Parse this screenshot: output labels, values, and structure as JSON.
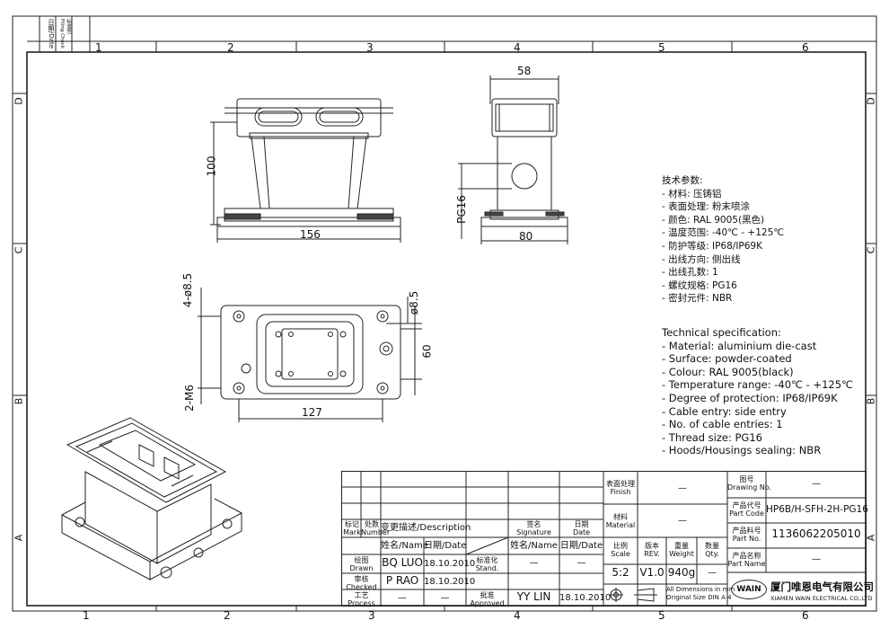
{
  "side_strip": {
    "date_label": "日期/Date",
    "check_label": "标准签\nFiling Check"
  },
  "grid": {
    "columns": [
      "1",
      "2",
      "3",
      "4",
      "5",
      "6"
    ],
    "rows": [
      "D",
      "C",
      "B",
      "A"
    ]
  },
  "dimensions": {
    "front_height": "100",
    "front_width": "156",
    "side_top": "58",
    "side_thread": "PG16",
    "side_width": "80",
    "top_holes": "4-ø8.5",
    "top_bore": "ø8.5",
    "top_height": "60",
    "top_width": "127",
    "top_thread": "2-M6"
  },
  "spec_cn": {
    "title": "技术参数:",
    "lines": [
      "- 材料: 压铸铝",
      "- 表面处理: 粉末喷涂",
      "- 颜色: RAL 9005(黑色)",
      "- 温度范围: -40℃ - +125℃",
      "- 防护等级: IP68/IP69K",
      "- 出线方向: 侧出线",
      "- 出线孔数: 1",
      "- 螺纹规格: PG16",
      "- 密封元件: NBR"
    ]
  },
  "spec_en": {
    "title": "Technical specification:",
    "lines": [
      "- Material: aluminium die-cast",
      "- Surface: powder-coated",
      "- Colour: RAL 9005(black)",
      "- Temperature range: -40℃ - +125℃",
      "- Degree of protection: IP68/IP69K",
      "- Cable entry: side entry",
      "- No. of cable entries: 1",
      "- Thread size: PG16",
      "- Hoods/Housings sealing: NBR"
    ]
  },
  "title_block": {
    "mark": "标记\nMark",
    "number": "处数\nNumber",
    "description": "变更描述/Description",
    "signature": "签名\nSignature",
    "date_h": "日期\nDate",
    "name_date_1": "姓名/Name",
    "date_1": "日期/Date",
    "name_date_2": "姓名/Name",
    "date_2": "日期/Date",
    "drawn": "绘图\nDrawn",
    "drawn_name": "BQ LUO",
    "drawn_date": "18.10.2010",
    "checked": "审核\nChecked",
    "checked_name": "P RAO",
    "checked_date": "18.10.2010",
    "process": "工艺\nProcess",
    "process_name": "—",
    "process_date": "—",
    "stand": "标准化\nStand.",
    "stand_value": "—",
    "stand_value2": "—",
    "approved": "批准\nApproved",
    "approved_name": "YY LIN",
    "approved_date": "18.10.2010",
    "finish": "表面处理\nFinish",
    "finish_value": "—",
    "material": "材料\nMaterial",
    "material_value": "—",
    "scale": "比例\nScale",
    "scale_value": "5:2",
    "rev": "版本\nREV.",
    "rev_value": "V1.0",
    "weight": "重量\nWeight",
    "weight_value": "940g",
    "qty": "数量\nQty.",
    "qty_value": "—",
    "dims_note": "All Dimensions in mm\nOriginal Size DIN A 4",
    "drawing_no": "图号\nDrawing No.",
    "drawing_no_value": "—",
    "part_code": "产品代号\nPart Code",
    "part_code_value": "HP6B/H-SFH-2H-PG16",
    "part_no": "产品料号\nPart No.",
    "part_no_value": "1136062205010",
    "part_name": "产品名称\nPart Name",
    "part_name_value": "—",
    "company_logo": "WAIN",
    "company_cn": "厦门唯恩电气有限公司",
    "company_en": "XIAMEN WAIN ELECTRICAL CO.,LTD"
  }
}
